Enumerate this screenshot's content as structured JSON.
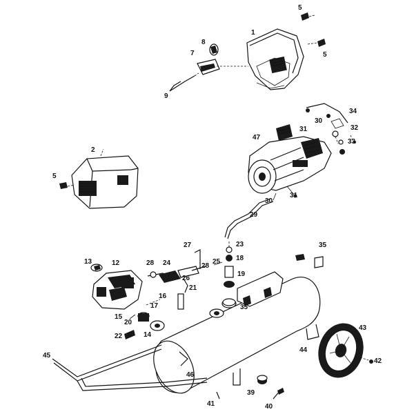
{
  "labels": {
    "p1": "1",
    "p2": "2",
    "p5a": "5",
    "p5b": "5",
    "p5c": "5",
    "p7": "7",
    "p8": "8",
    "p9": "9",
    "p12": "12",
    "p13": "13",
    "p14": "14",
    "p15": "15",
    "p16": "16",
    "p17": "17",
    "p18": "18",
    "p19": "19",
    "p20": "20",
    "p21": "21",
    "p22": "22",
    "p23": "23",
    "p24": "24",
    "p25": "25",
    "p26": "26",
    "p27": "27",
    "p28a": "28",
    "p28b": "28",
    "p29": "29",
    "p30a": "30",
    "p30b": "30",
    "p31a": "31",
    "p31b": "31",
    "p32": "32",
    "p33": "33",
    "p34": "34",
    "p35a": "35",
    "p35b": "35",
    "p39": "39",
    "p40": "40",
    "p41": "41",
    "p42": "42",
    "p43": "43",
    "p44": "44",
    "p45": "45",
    "p46": "46",
    "p47": "47"
  }
}
